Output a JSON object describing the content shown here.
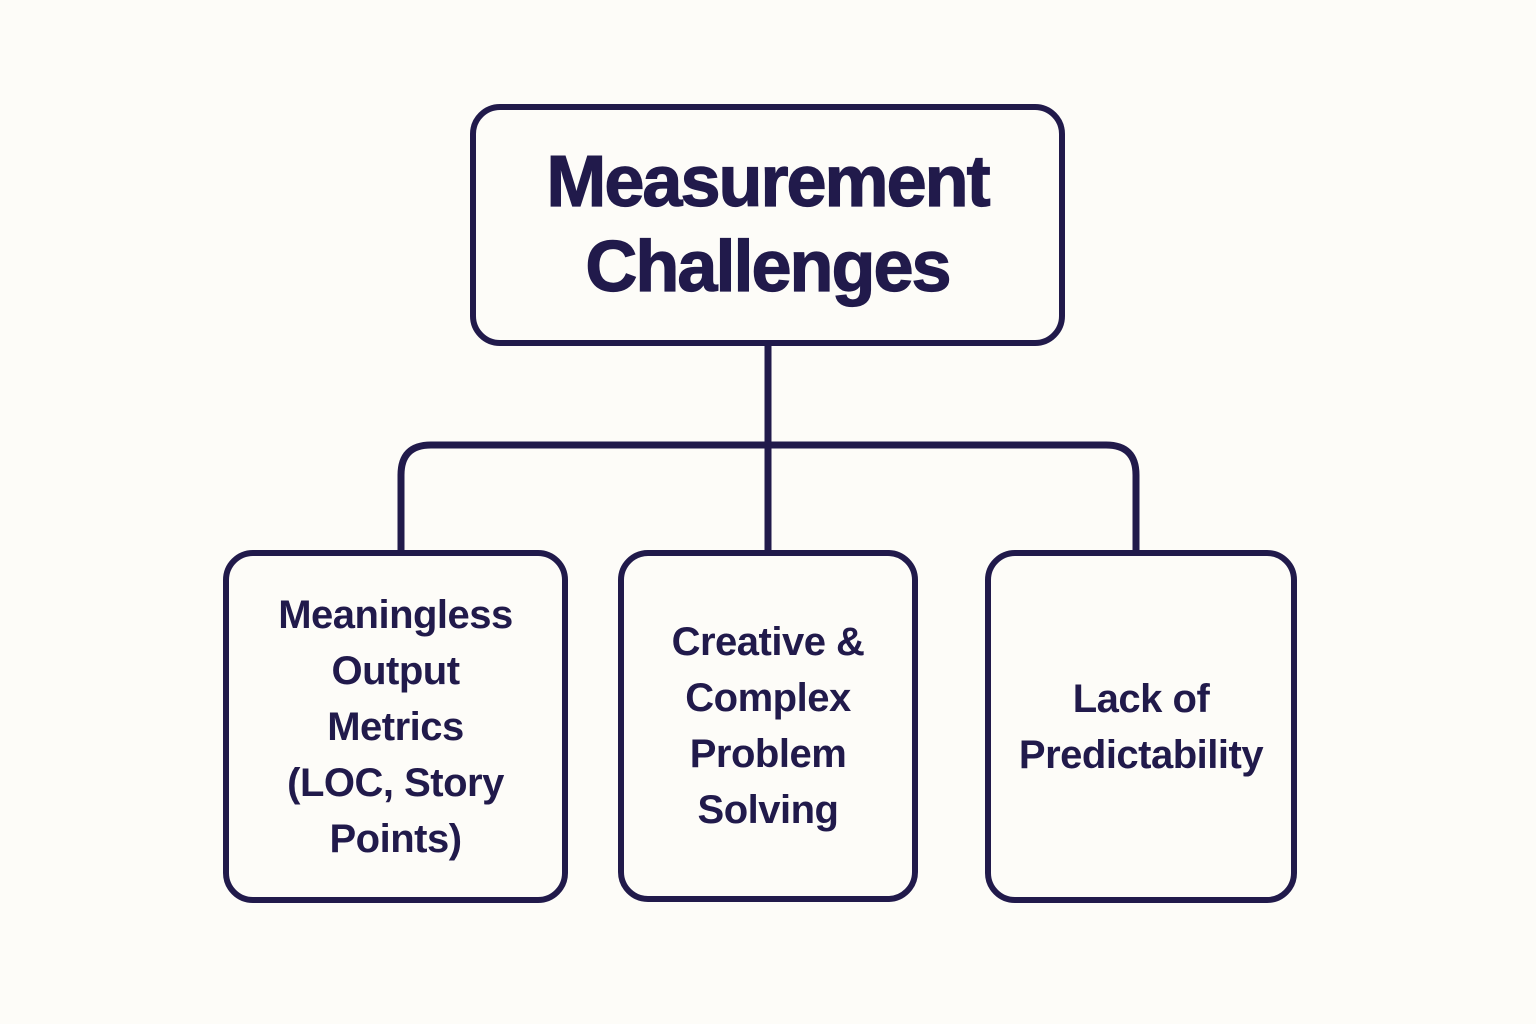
{
  "diagram": {
    "title": "Measurement Challenges hierarchy diagram",
    "root": {
      "label": "Measurement\nChallenges"
    },
    "children": [
      {
        "label": "Meaningless\nOutput\nMetrics\n(LOC, Story\nPoints)"
      },
      {
        "label": "Creative &\nComplex\nProblem\nSolving"
      },
      {
        "label": "Lack of\nPredictability"
      }
    ],
    "colors": {
      "background": "#fdfcf8",
      "line": "#211a4b",
      "text": "#211a4b"
    }
  }
}
